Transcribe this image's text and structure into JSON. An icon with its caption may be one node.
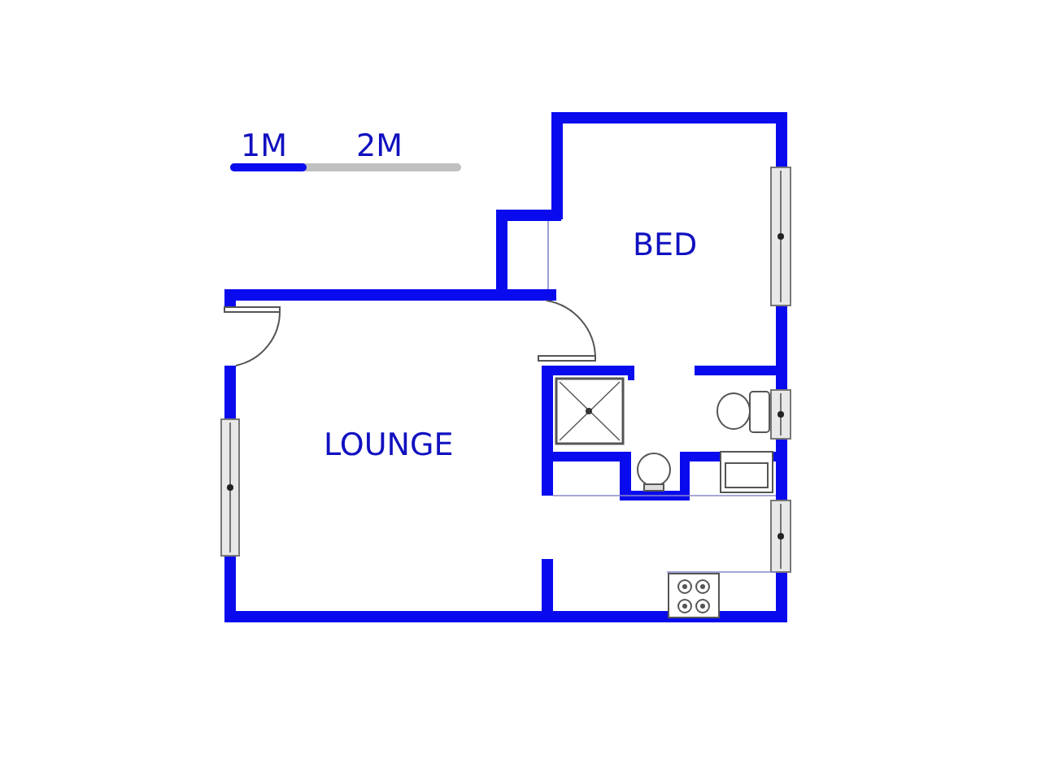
{
  "diagram": {
    "labels": [
      "1M",
      "2M",
      "BED",
      "LOUNGE"
    ]
  }
}
